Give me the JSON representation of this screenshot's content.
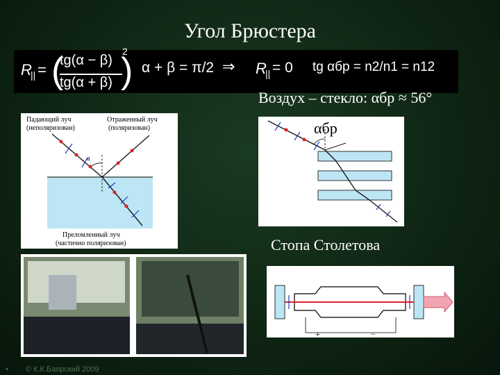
{
  "title": "Угол Брюстера",
  "formula": {
    "R": "R",
    "parallel": "||",
    "equals": "=",
    "numerator": "tg(α − β)",
    "denominator": "tg(α + β)",
    "square": "2",
    "condition": "α + β = π/2",
    "implies": "⇒",
    "zero": "= 0",
    "brewster": "tg αбр = n2/n1 = n12"
  },
  "air_glass_label": "Воздух – стекло: αбр ≈ 56°",
  "diagram1": {
    "incident_label_1": "Падающий луч",
    "incident_label_2": "(неполяризован)",
    "reflected_label_1": "Отраженный луч",
    "reflected_label_2": "(поляризован)",
    "refracted_label_1": "Преломленный луч",
    "refracted_label_2": "(частично поляризован)",
    "angle_label": "a"
  },
  "diagram2": {
    "angle_label": "αбр"
  },
  "stoletov_label": "Стопа Столетова",
  "laser_diagram": {
    "minus": "−",
    "plus": "+"
  },
  "footer": {
    "bullet": "•",
    "copyright": "© К.К.Баярский 2009"
  },
  "colors": {
    "background": "#0f2614",
    "ray": "#1a1a1a",
    "dot": "#e0202a",
    "arrow": "#1e3ac8",
    "glass": "#bde6f5"
  }
}
